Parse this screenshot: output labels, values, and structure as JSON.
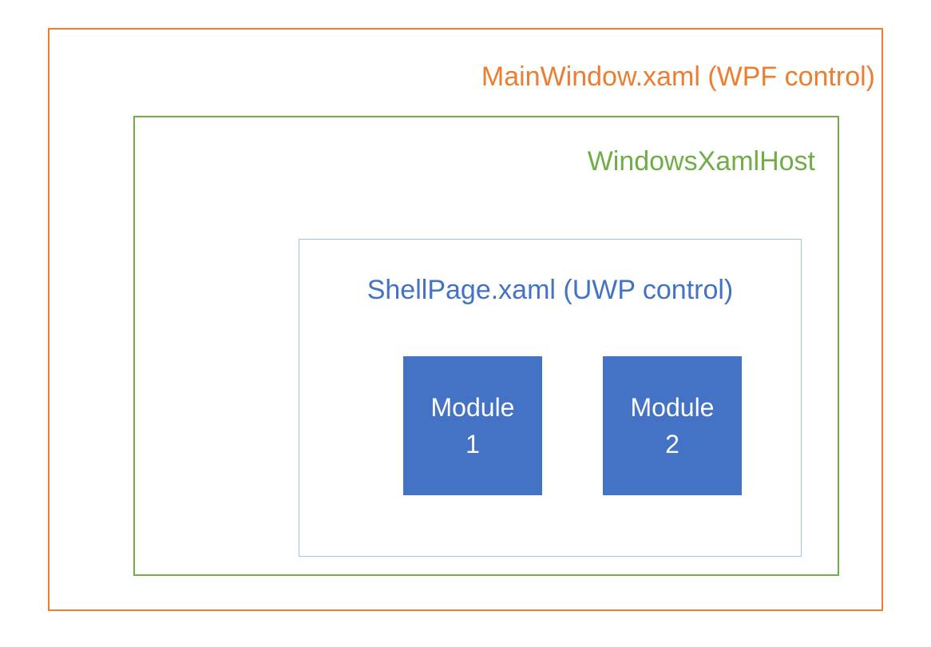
{
  "diagram": {
    "main_window": {
      "label": "MainWindow.xaml (WPF control)",
      "border_color": "#ED7D31",
      "text_color": "#ED7D31"
    },
    "xaml_host": {
      "label": "WindowsXamlHost",
      "border_color": "#70AD47",
      "text_color": "#70AD47"
    },
    "shell_page": {
      "label": "ShellPage.xaml (UWP control)",
      "border_color": "#9DC3E6",
      "text_color": "#4472C4"
    },
    "modules": [
      {
        "name": "Module",
        "number": "1",
        "fill_color": "#4472C4",
        "text_color": "#FFFFFF"
      },
      {
        "name": "Module",
        "number": "2",
        "fill_color": "#4472C4",
        "text_color": "#FFFFFF"
      }
    ]
  }
}
